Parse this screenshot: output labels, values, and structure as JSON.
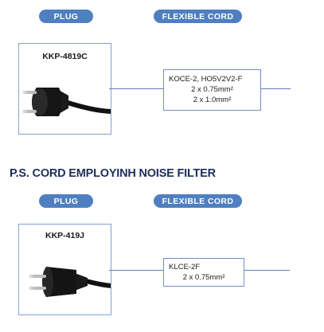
{
  "section1": {
    "plug_label": "PLUG",
    "cord_label": "FLEXIBLE CORD",
    "model": "KKP-4819C",
    "spec_lines": [
      "KOCE-2, HO5V2V2-F",
      "2 x 0.75mm²",
      "2 x 1.0mm²"
    ]
  },
  "section2": {
    "title": "P.S. CORD EMPLOYINH NOISE FILTER",
    "plug_label": "PLUG",
    "cord_label": "FLEXIBLE CORD",
    "model": "KKP-419J",
    "spec_lines": [
      "KLCE-2F",
      "2 x 0.75mm²"
    ]
  },
  "colors": {
    "accent": "#4f7fc0",
    "title": "#1e2f5e",
    "line": "#5d7fbe"
  }
}
